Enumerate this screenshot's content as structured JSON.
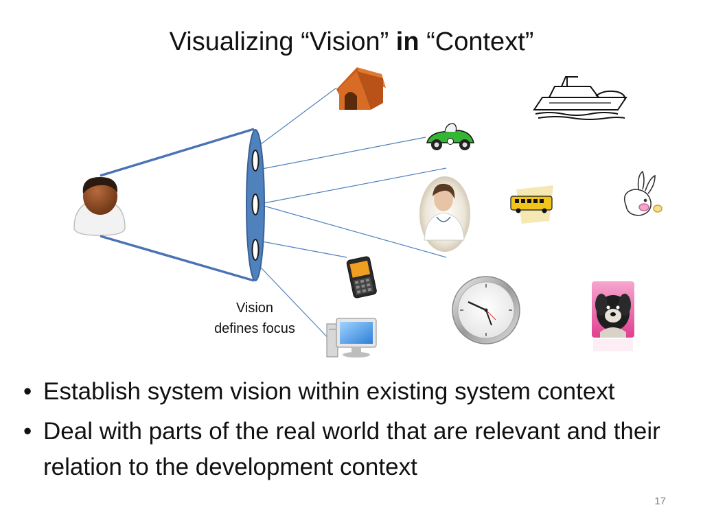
{
  "slide": {
    "title_prefix": "Visualizing “Vision” ",
    "title_bold": "in",
    "title_suffix": " “Context”",
    "caption_line1": "Vision",
    "caption_line2": "defines focus",
    "bullets": [
      {
        "marker": "•",
        "text": "Establish system vision within existing system context"
      },
      {
        "marker": "•",
        "text": "Deal with parts of the real world that are relevant and their relation to the development context"
      }
    ],
    "page_number": "17",
    "colors": {
      "lens": "#4f81bd",
      "rays": "#4a73b5",
      "text": "#111111"
    }
  }
}
